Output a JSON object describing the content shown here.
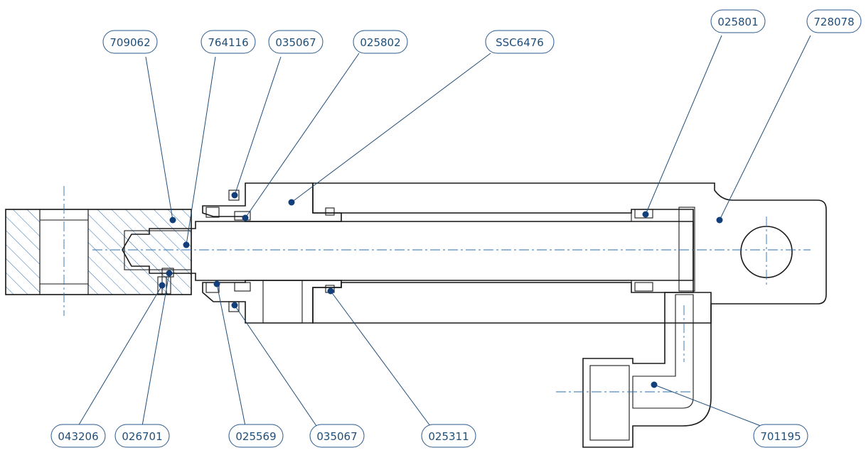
{
  "diagram": {
    "parts": [
      {
        "id": "709062"
      },
      {
        "id": "764116"
      },
      {
        "id": "035067"
      },
      {
        "id": "025802"
      },
      {
        "id": "SSC6476"
      },
      {
        "id": "025801"
      },
      {
        "id": "728078"
      },
      {
        "id": "043206"
      },
      {
        "id": "026701"
      },
      {
        "id": "025569"
      },
      {
        "id": "035067"
      },
      {
        "id": "025311"
      },
      {
        "id": "701195"
      }
    ]
  },
  "colors": {
    "leader": "#1f4e79",
    "balloon_text": "#1f4e79",
    "balloon_border": "#2a5a8f",
    "dot": "#123f7a",
    "centerline": "#2a6fb5",
    "outline": "#1a1a1a"
  }
}
